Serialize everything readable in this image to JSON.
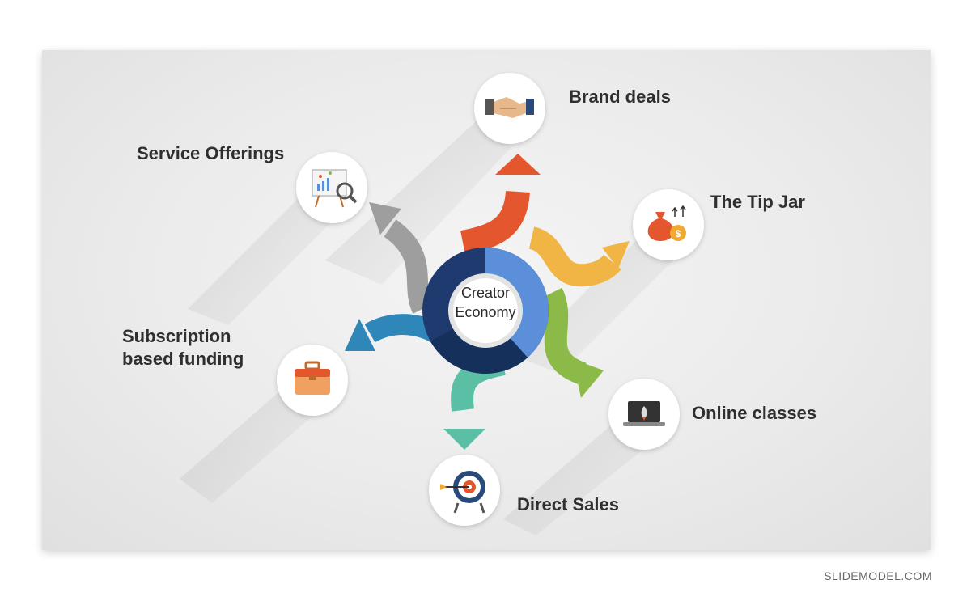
{
  "center": {
    "line1": "Creator",
    "line2": "Economy"
  },
  "labels": {
    "brand_deals": "Brand deals",
    "tip_jar": "The Tip Jar",
    "online_classes": "Online classes",
    "direct_sales": "Direct Sales",
    "subscription_line1": "Subscription",
    "subscription_line2": "based funding",
    "service_offerings": "Service Offerings"
  },
  "colors": {
    "brand_deals": "#e4572e",
    "tip_jar": "#f0b544",
    "online_classes": "#8cba48",
    "direct_sales": "#5bbfa5",
    "subscription": "#2f86b8",
    "service_offerings": "#9e9e9e",
    "ring_navy": "#1e3a6e",
    "ring_blue": "#5b8fd9"
  },
  "icons": {
    "brand_deals": "handshake-icon",
    "tip_jar": "money-bag-icon",
    "online_classes": "laptop-rocket-icon",
    "direct_sales": "target-icon",
    "subscription": "briefcase-icon",
    "service_offerings": "presentation-board-icon"
  },
  "watermark": "SLIDEMODEL.COM"
}
